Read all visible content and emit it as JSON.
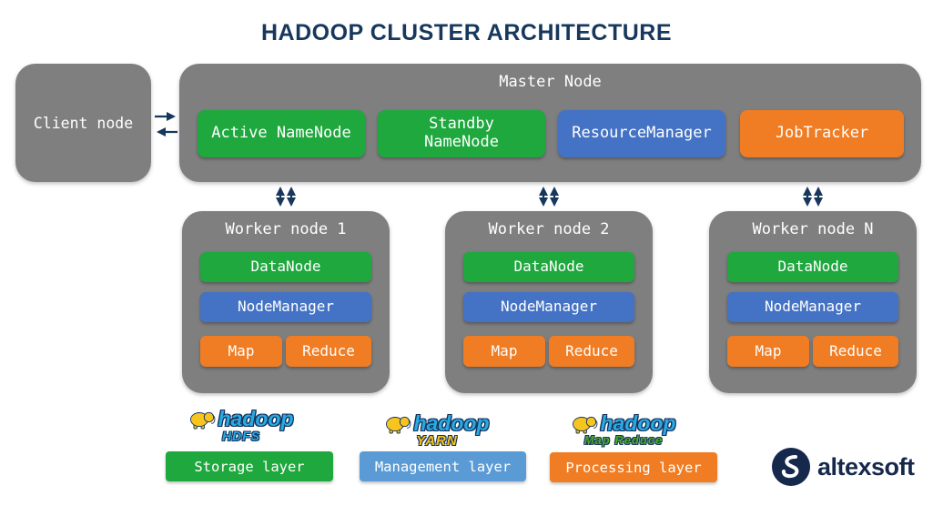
{
  "title": "HADOOP CLUSTER ARCHITECTURE",
  "client_node": {
    "label": "Client node"
  },
  "master": {
    "title": "Master Node",
    "active_namenode": "Active NameNode",
    "standby_namenode": "Standby NameNode",
    "resource_manager": "ResourceManager",
    "job_tracker": "JobTracker"
  },
  "workers": [
    {
      "title": "Worker node 1",
      "datanode": "DataNode",
      "nodemanager": "NodeManager",
      "map": "Map",
      "reduce": "Reduce"
    },
    {
      "title": "Worker node 2",
      "datanode": "DataNode",
      "nodemanager": "NodeManager",
      "map": "Map",
      "reduce": "Reduce"
    },
    {
      "title": "Worker node N",
      "datanode": "DataNode",
      "nodemanager": "NodeManager",
      "map": "Map",
      "reduce": "Reduce"
    }
  ],
  "legend": {
    "hdfs": {
      "brand": "hadoop",
      "product": "HDFS"
    },
    "yarn": {
      "brand": "hadoop",
      "product": "YARN"
    },
    "mapreduce": {
      "brand": "hadoop",
      "product": "Map Reduce"
    },
    "storage_layer": "Storage layer",
    "management_layer": "Management layer",
    "processing_layer": "Processing layer"
  },
  "footer": {
    "brand": "altexsoft"
  },
  "colors": {
    "green": "#1ea83e",
    "blue": "#4472c4",
    "orange": "#f07d23",
    "light_blue": "#5b9bd5",
    "gray": "#7f7f7f",
    "navy": "#17375d",
    "hadoop_cyan": "#29aae1",
    "hadoop_yellow": "#f7c51e",
    "hadoop_green": "#4caf28"
  }
}
